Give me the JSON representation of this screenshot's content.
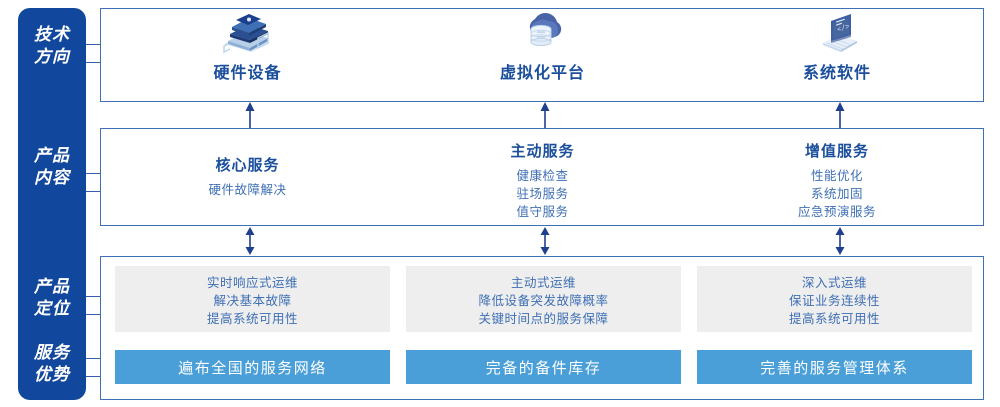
{
  "colors": {
    "rail_blue": "#11479c",
    "panel_border": "#3f6fb5",
    "title_blue": "#1b4f9c",
    "body_blue": "#3f6fb5",
    "card_grey": "#eeeeee",
    "banner_blue": "#4a9fd8",
    "arrow_blue": "#1f3f8f"
  },
  "rail": {
    "items": [
      {
        "id": "tech-direction",
        "label": "技术\n方向"
      },
      {
        "id": "product-content",
        "label": "产品\n内容"
      },
      {
        "id": "product-position",
        "label": "产品\n定位"
      },
      {
        "id": "service-advantage",
        "label": "服务\n优势"
      }
    ]
  },
  "tech_row": {
    "columns": [
      {
        "icon": "server-stack-icon",
        "title": "硬件设备"
      },
      {
        "icon": "cloud-database-icon",
        "title": "虚拟化平台"
      },
      {
        "icon": "laptop-code-icon",
        "title": "系统软件"
      }
    ]
  },
  "content_row": {
    "columns": [
      {
        "title": "核心服务",
        "items": [
          "硬件故障解决"
        ]
      },
      {
        "title": "主动服务",
        "items": [
          "健康检查",
          "驻场服务",
          "值守服务"
        ]
      },
      {
        "title": "增值服务",
        "items": [
          "性能优化",
          "系统加固",
          "应急预演服务"
        ]
      }
    ]
  },
  "position_row": {
    "cards": [
      {
        "lines": [
          "实时响应式运维",
          "解决基本故障",
          "提高系统可用性"
        ]
      },
      {
        "lines": [
          "主动式运维",
          "降低设备突发故障概率",
          "关键时间点的服务保障"
        ]
      },
      {
        "lines": [
          "深入式运维",
          "保证业务连续性",
          "提高系统可用性"
        ]
      }
    ]
  },
  "advantage_row": {
    "banners": [
      {
        "label": "遍布全国的服务网络"
      },
      {
        "label": "完备的备件库存"
      },
      {
        "label": "完善的服务管理体系"
      }
    ]
  }
}
